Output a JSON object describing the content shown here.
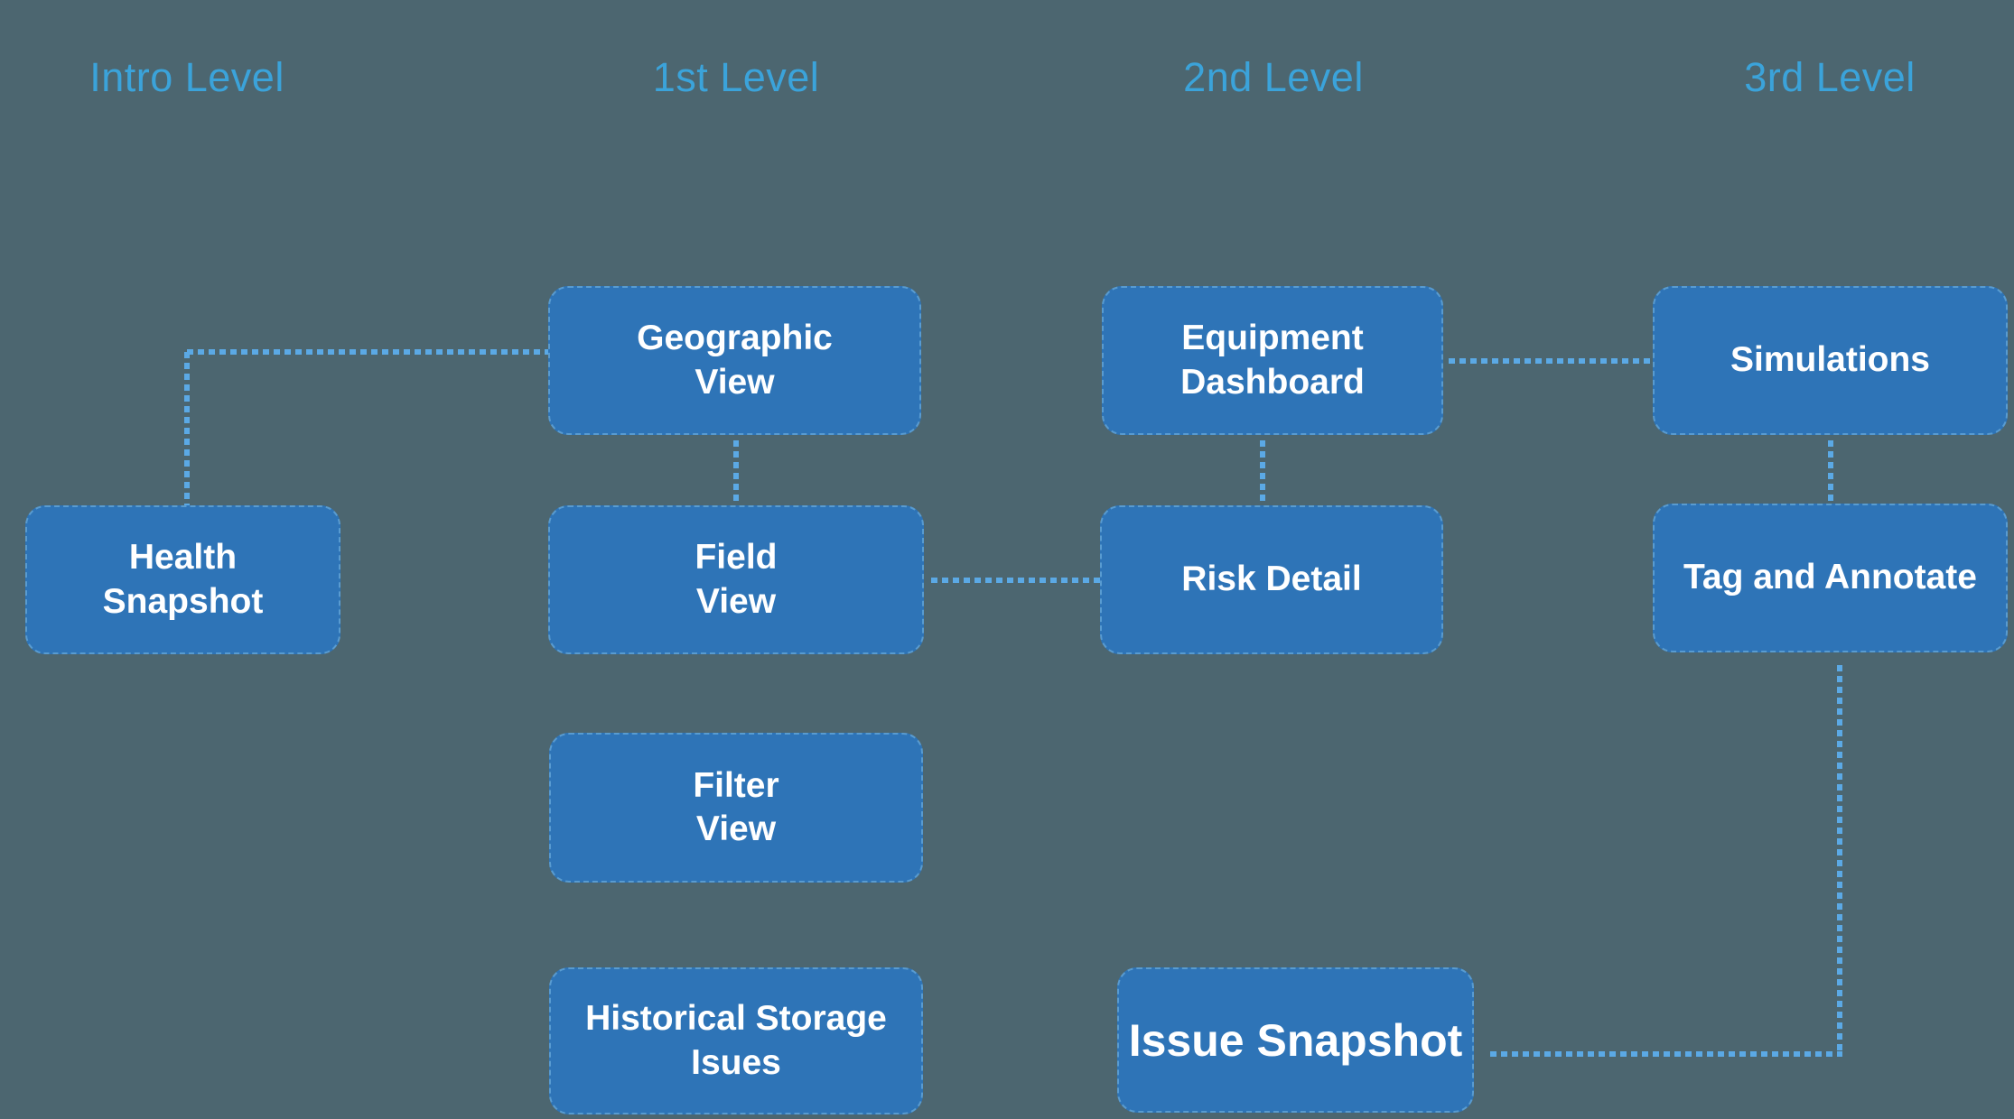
{
  "diagram_type": "sitemap-flow",
  "colors": {
    "background": "#4C6670",
    "node_fill": "#2E74B7",
    "node_text": "#FFFFFF",
    "connector": "#5BA9E5",
    "header_text": "#3BA3DA"
  },
  "headers": [
    {
      "label": "Intro Level"
    },
    {
      "label": "1st Level"
    },
    {
      "label": "2nd Level"
    },
    {
      "label": "3rd Level"
    }
  ],
  "nodes": {
    "health_snapshot": {
      "line1": "Health",
      "line2": "Snapshot"
    },
    "geographic_view": {
      "line1": "Geographic",
      "line2": "View"
    },
    "field_view": {
      "line1": "Field",
      "line2": "View"
    },
    "filter_view": {
      "line1": "Filter",
      "line2": "View"
    },
    "historical_storage": {
      "line1": "Historical Storage",
      "line2": "Isues"
    },
    "equipment_dashboard": {
      "line1": "Equipment",
      "line2": "Dashboard"
    },
    "risk_detail": {
      "line1": "Risk Detail"
    },
    "issue_snapshot": {
      "line1": "Issue Snapshot"
    },
    "simulations": {
      "line1": "Simulations"
    },
    "tag_and_annotate": {
      "line1": "Tag and Annotate"
    }
  },
  "connections": [
    {
      "from": "health-snapshot",
      "to": "geographic-view",
      "style": "dotted"
    },
    {
      "from": "geographic-view",
      "to": "field-view",
      "style": "dotted"
    },
    {
      "from": "field-view",
      "to": "risk-detail",
      "style": "dotted"
    },
    {
      "from": "equipment-dashboard",
      "to": "risk-detail",
      "style": "dotted"
    },
    {
      "from": "equipment-dashboard",
      "to": "simulations",
      "style": "dotted"
    },
    {
      "from": "simulations",
      "to": "tag-and-annotate",
      "style": "dotted"
    },
    {
      "from": "tag-and-annotate",
      "to": "issue-snapshot",
      "style": "dotted"
    }
  ]
}
